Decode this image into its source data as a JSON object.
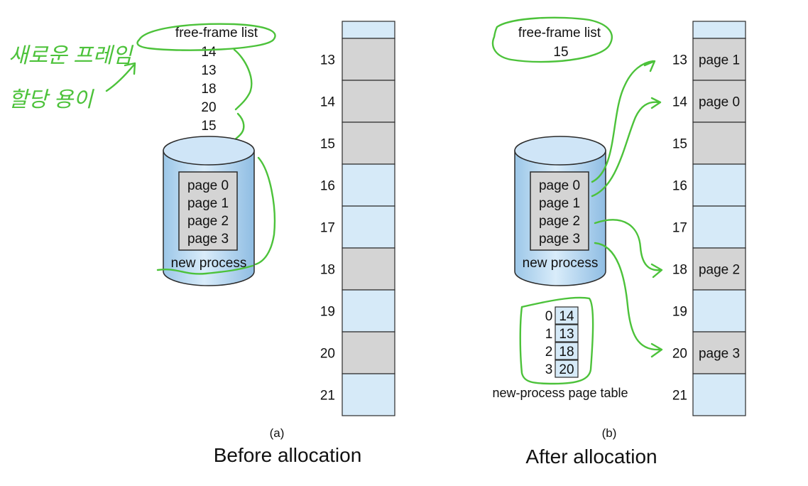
{
  "handwriting": {
    "line1": "새로운 프레임",
    "line2": "할당 용이"
  },
  "left": {
    "free_frame_list_title": "free-frame list",
    "free_frame_list": [
      "14",
      "13",
      "18",
      "20",
      "15"
    ],
    "pages": [
      "page 0",
      "page 1",
      "page 2",
      "page 3"
    ],
    "disk_label": "new process",
    "sub_caption": "(a)",
    "caption": "Before allocation",
    "frames": [
      {
        "number": "",
        "state": "free",
        "content": ""
      },
      {
        "number": "13",
        "state": "used",
        "content": ""
      },
      {
        "number": "14",
        "state": "used",
        "content": ""
      },
      {
        "number": "15",
        "state": "used",
        "content": ""
      },
      {
        "number": "16",
        "state": "free",
        "content": ""
      },
      {
        "number": "17",
        "state": "free",
        "content": ""
      },
      {
        "number": "18",
        "state": "used",
        "content": ""
      },
      {
        "number": "19",
        "state": "free",
        "content": ""
      },
      {
        "number": "20",
        "state": "used",
        "content": ""
      },
      {
        "number": "21",
        "state": "free",
        "content": ""
      }
    ]
  },
  "right": {
    "free_frame_list_title": "free-frame list",
    "free_frame_list": [
      "15"
    ],
    "pages": [
      "page 0",
      "page 1",
      "page 2",
      "page 3"
    ],
    "disk_label": "new process",
    "page_table_title": "new-process page table",
    "page_table": [
      {
        "page": "0",
        "frame": "14"
      },
      {
        "page": "1",
        "frame": "13"
      },
      {
        "page": "2",
        "frame": "18"
      },
      {
        "page": "3",
        "frame": "20"
      }
    ],
    "sub_caption": "(b)",
    "caption": "After allocation",
    "frames": [
      {
        "number": "",
        "state": "free",
        "content": ""
      },
      {
        "number": "13",
        "state": "used",
        "content": "page 1"
      },
      {
        "number": "14",
        "state": "used",
        "content": "page 0"
      },
      {
        "number": "15",
        "state": "used",
        "content": ""
      },
      {
        "number": "16",
        "state": "free",
        "content": ""
      },
      {
        "number": "17",
        "state": "free",
        "content": ""
      },
      {
        "number": "18",
        "state": "used",
        "content": "page 2"
      },
      {
        "number": "19",
        "state": "free",
        "content": ""
      },
      {
        "number": "20",
        "state": "used",
        "content": "page 3"
      },
      {
        "number": "21",
        "state": "free",
        "content": ""
      }
    ]
  },
  "colors": {
    "free_frame": "#d6eaf8",
    "used_frame": "#d4d4d4",
    "disk": "#bcd9f0",
    "annotation": "#4cc23a"
  }
}
